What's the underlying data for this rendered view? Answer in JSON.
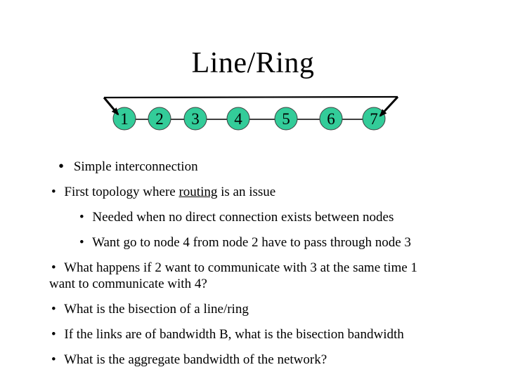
{
  "slide": {
    "title": "Line/Ring",
    "bullet_char": "•",
    "diagram": {
      "type": "line-ring-topology",
      "nodes": [
        "1",
        "2",
        "3",
        "4",
        "5",
        "6",
        "7"
      ],
      "node_fill": "#33cc99",
      "node_border": "#3f3f3f",
      "link_color": "#000000",
      "description": "Seven nodes connected in a line, with a wraparound ring link from node 7 over the top to node 1, arrowheads pointing into nodes 1 and 7"
    },
    "bullets": [
      {
        "level": 1,
        "large_bullet": true,
        "lines": [
          "Simple interconnection"
        ]
      },
      {
        "level": 1,
        "pre": "First topology where ",
        "underline": "routing",
        "post": " is an issue"
      },
      {
        "level": 2,
        "lines": [
          "Needed when no direct connection exists between nodes"
        ]
      },
      {
        "level": 2,
        "lines": [
          "Want go to node 4 from node 2 have to pass through node 3"
        ]
      },
      {
        "level": 1,
        "lines": [
          "What happens if 2 want to communicate with 3 at the same time 1",
          "want to communicate with 4?"
        ]
      },
      {
        "level": 1,
        "lines": [
          "What is the bisection of a line/ring"
        ]
      },
      {
        "level": 1,
        "lines": [
          "If the links are of bandwidth B, what is the bisection bandwidth"
        ]
      },
      {
        "level": 1,
        "lines": [
          "What is the aggregate bandwidth of the network?"
        ]
      }
    ]
  }
}
